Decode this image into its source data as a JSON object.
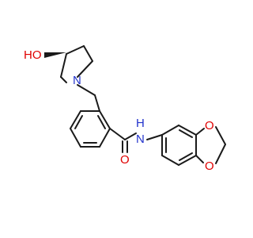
{
  "molecule": {
    "atom_labels": {
      "hydroxyl": "HO",
      "pyrrolidine_n": "N",
      "amide_nh": "N",
      "amide_h": "H",
      "carbonyl_o": "O",
      "dioxole_o1": "O",
      "dioxole_o2": "O"
    },
    "colors": {
      "bond": "#1a1a1a",
      "oxygen": "#e00000",
      "nitrogen": "#2233cc",
      "background": "#ffffff"
    }
  }
}
